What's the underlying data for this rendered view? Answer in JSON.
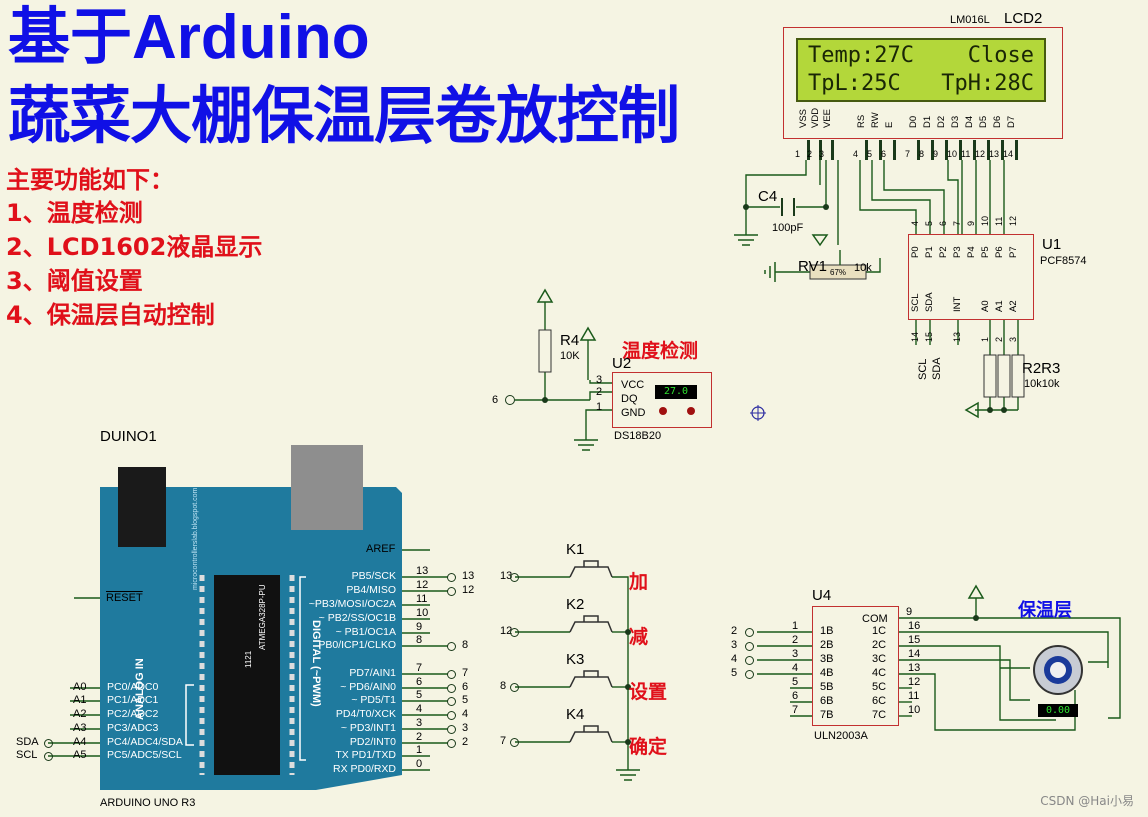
{
  "title": {
    "line1": "基于Arduino",
    "line2": "蔬菜大棚保温层卷放控制"
  },
  "features": [
    "主要功能如下：",
    "1、温度检测",
    "2、LCD1602液晶显示",
    "3、阈值设置",
    "4、保温层自动控制"
  ],
  "lcd": {
    "part": "LM016L",
    "ref": "LCD2",
    "row1_left": "Temp:27C",
    "row1_right": "Close",
    "row2_left": "TpL:25C",
    "row2_right": "TpH:28C",
    "pins": [
      "VSS",
      "VDD",
      "VEE",
      "RS",
      "RW",
      "E",
      "D0",
      "D1",
      "D2",
      "D3",
      "D4",
      "D5",
      "D6",
      "D7"
    ],
    "pin_nums": [
      "1",
      "2",
      "3",
      "4",
      "5",
      "6",
      "7",
      "8",
      "9",
      "10",
      "11",
      "12",
      "13",
      "14"
    ]
  },
  "c4": {
    "ref": "C4",
    "value": "100pF"
  },
  "rv": {
    "ref": "RV1",
    "value": "10k",
    "percent": "67%"
  },
  "pcf": {
    "ref": "U1",
    "part": "PCF8574",
    "top_pins": [
      "P0",
      "P1",
      "P2",
      "P3",
      "P4",
      "P5",
      "P6",
      "P7"
    ],
    "top_nums": [
      "4",
      "5",
      "6",
      "7",
      "9",
      "10",
      "11",
      "12"
    ],
    "bottom_pins": [
      "SCL",
      "SDA",
      "INT",
      "A0",
      "A1",
      "A2"
    ],
    "bottom_nums": [
      "14",
      "15",
      "13",
      "1",
      "2",
      "3"
    ],
    "net_scl": "SCL",
    "net_sda": "SDA"
  },
  "r23": {
    "ref": "R2R3",
    "value": "10k10k"
  },
  "r4": {
    "ref": "R4",
    "value": "10K"
  },
  "ds": {
    "ref": "U2",
    "part": "DS18B20",
    "label": "温度检测",
    "pins": [
      "VCC",
      "DQ",
      "GND"
    ],
    "nums": [
      "3",
      "2",
      "1"
    ],
    "reading": "27.0",
    "net": "6"
  },
  "arduino": {
    "ref": "DUINO1",
    "part": "ARDUINO UNO R3",
    "aref": "AREF",
    "reset": "RESET",
    "chip": "ATMEGA328P-PU",
    "chip_num": "1121",
    "analog_title": "ANALOG IN",
    "digital_title": "DIGITAL (~PWM)",
    "url": "microcontrollerslab.blogspot.com",
    "right_pins": [
      {
        "label": "PB5/SCK",
        "num": "13",
        "net": "13"
      },
      {
        "label": "PB4/MISO",
        "num": "12",
        "net": "12"
      },
      {
        "label": "~PB3/MOSI/OC2A",
        "num": "11",
        "net": ""
      },
      {
        "label": "~ PB2/SS/OC1B",
        "num": "10",
        "net": ""
      },
      {
        "label": "~ PB1/OC1A",
        "num": "9",
        "net": ""
      },
      {
        "label": "PB0/ICP1/CLKO",
        "num": "8",
        "net": "8"
      },
      {
        "label": "PD7/AIN1",
        "num": "7",
        "net": "7"
      },
      {
        "label": "~ PD6/AIN0",
        "num": "6",
        "net": "6"
      },
      {
        "label": "~ PD5/T1",
        "num": "5",
        "net": "5"
      },
      {
        "label": "PD4/T0/XCK",
        "num": "4",
        "net": "4"
      },
      {
        "label": "~ PD3/INT1",
        "num": "3",
        "net": "3"
      },
      {
        "label": "PD2/INT0",
        "num": "2",
        "net": "2"
      },
      {
        "label": "TX PD1/TXD",
        "num": "1",
        "net": ""
      },
      {
        "label": "RX PD0/RXD",
        "num": "0",
        "net": ""
      }
    ],
    "left_pins": [
      {
        "label": "PC0/ADC0",
        "num": "A0",
        "net": ""
      },
      {
        "label": "PC1/ADC1",
        "num": "A1",
        "net": ""
      },
      {
        "label": "PC2/ADC2",
        "num": "A2",
        "net": ""
      },
      {
        "label": "PC3/ADC3",
        "num": "A3",
        "net": ""
      },
      {
        "label": "PC4/ADC4/SDA",
        "num": "A4",
        "net": "SDA"
      },
      {
        "label": "PC5/ADC5/SCL",
        "num": "A5",
        "net": "SCL"
      }
    ]
  },
  "keys": [
    {
      "ref": "K1",
      "net": "13",
      "label": "加"
    },
    {
      "ref": "K2",
      "net": "12",
      "label": "减"
    },
    {
      "ref": "K3",
      "net": "8",
      "label": "设置"
    },
    {
      "ref": "K4",
      "net": "7",
      "label": "确定"
    }
  ],
  "uln": {
    "ref": "U4",
    "part": "ULN2003A",
    "com": "COM",
    "in": [
      "1B",
      "2B",
      "3B",
      "4B",
      "5B",
      "6B",
      "7B"
    ],
    "out": [
      "1C",
      "2C",
      "3C",
      "4C",
      "5C",
      "6C",
      "7C"
    ],
    "in_nums": [
      "1",
      "2",
      "3",
      "4",
      "5",
      "6",
      "7"
    ],
    "out_nums": [
      "16",
      "15",
      "14",
      "13",
      "12",
      "11",
      "10"
    ],
    "com_num": "9",
    "nets": [
      "2",
      "3",
      "4",
      "5"
    ]
  },
  "motor": {
    "label": "保温层",
    "reading": "0.00"
  },
  "watermark": "CSDN @Hai小易",
  "colors": {
    "title": "#1010e6",
    "feature": "#e0101a",
    "wire": "#1a5a1a",
    "board": "#1f7a9e",
    "lcd_bg": "#b3d73a"
  }
}
